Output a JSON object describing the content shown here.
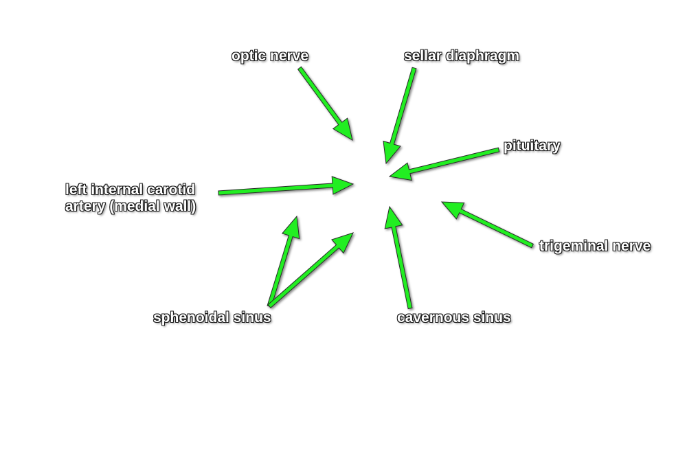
{
  "colors": {
    "arrow": "#22ee22",
    "arrow_outline": "#2a2a2a",
    "label_fill": "#ffffff",
    "label_outline": "#1a1a1a",
    "background": "#ffffff"
  },
  "labels": {
    "optic_nerve": "optic nerve",
    "sellar_diaphragm": "sellar diaphragm",
    "pituitary": "pituitary",
    "carotid_line1": "left internal carotid",
    "carotid_line2": "artery (medial wall)",
    "trigeminal_nerve": "trigeminal nerve",
    "sphenoidal_sinus": "sphenoidal sinus",
    "cavernous_sinus": "cavernous sinus"
  }
}
